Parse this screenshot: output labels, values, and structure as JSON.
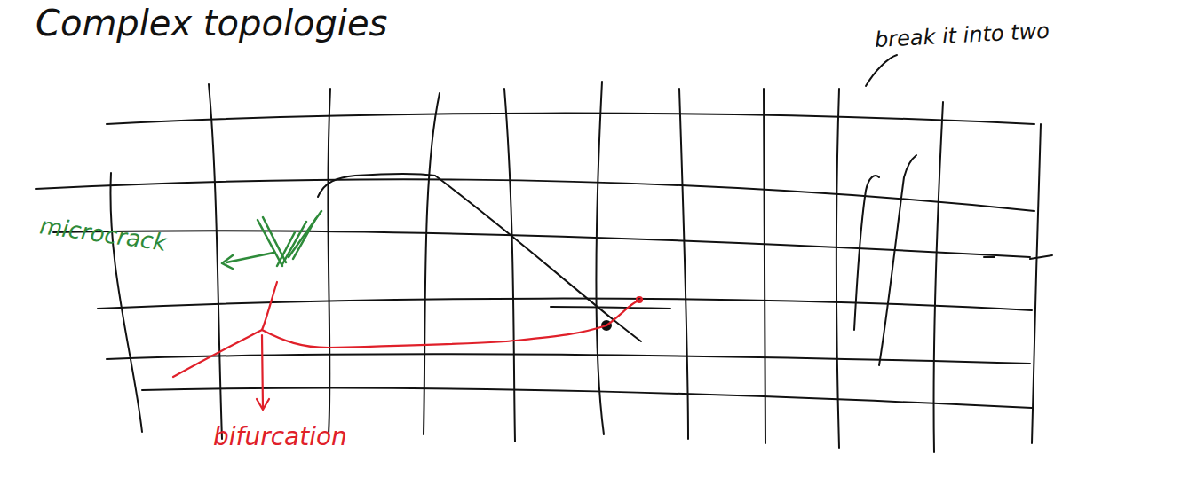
{
  "diagram": {
    "title": "Complex topologies",
    "labels": [
      "break it into two",
      "microcrack",
      "bifurcation"
    ]
  }
}
